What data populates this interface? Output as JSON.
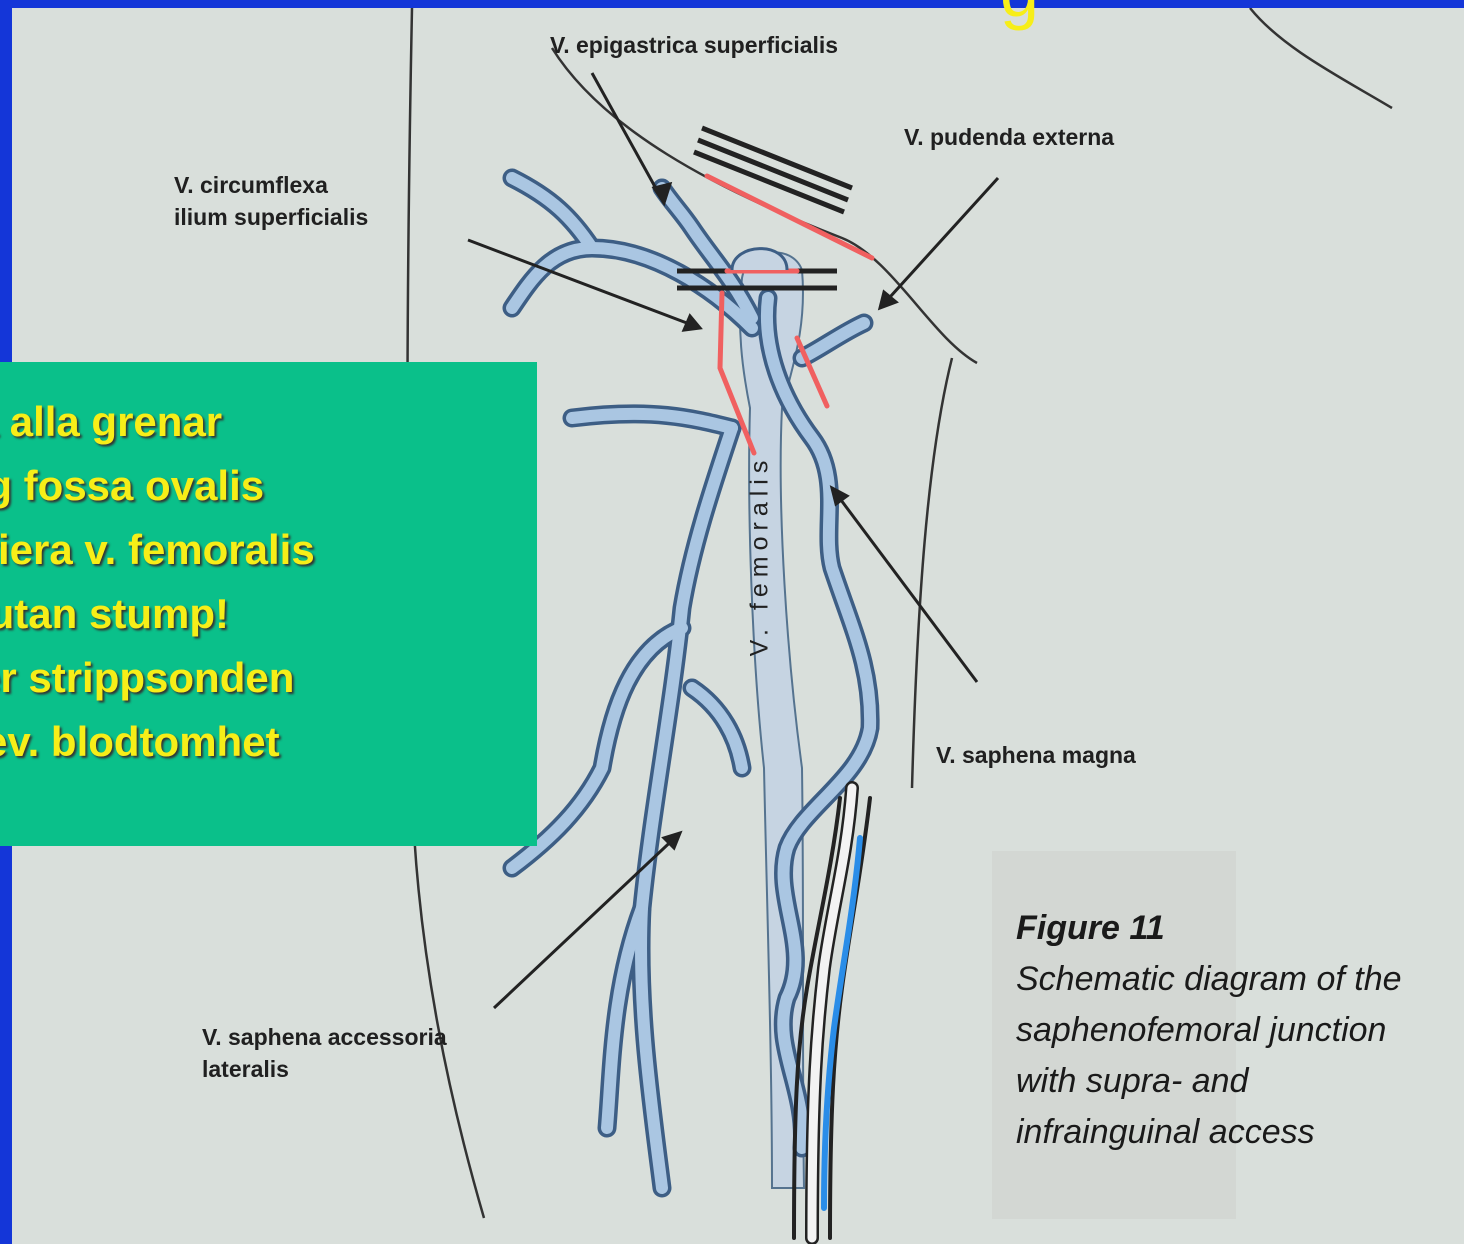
{
  "title_fragment": "g",
  "labels": {
    "epigastrica": "V. epigastrica superficialis",
    "pudenda": "V. pudenda externa",
    "circumflexa_1": "V. circumflexa",
    "circumflexa_2": "ilium superficialis",
    "femoralis": "V. femoralis",
    "saphena_magna": "V. saphena magna",
    "accessoria_1": "V. saphena accessoria",
    "accessoria_2": "lateralis"
  },
  "caption": {
    "title": "Figure 11",
    "text": "Schematic diagram of the saphenofemoral junction with supra- and infrainguinal access"
  },
  "callout": {
    "items": [
      "Ligera alla grenar",
      "Frilägg fossa ovalis",
      "Identifiera v. femoralis",
      "Lig B utan stump!",
      "För ner strippsonden",
      "Lägg ev. blodtomhet"
    ]
  },
  "colors": {
    "background": "#1436d8",
    "paper": "#d9dfdb",
    "vein_fill": "#aac6e2",
    "vein_outline": "#3d5e85",
    "marker": "#f06060",
    "callout_bg": "#0ac08a",
    "callout_text": "#f7ee18",
    "probe": "#2a8de8"
  }
}
